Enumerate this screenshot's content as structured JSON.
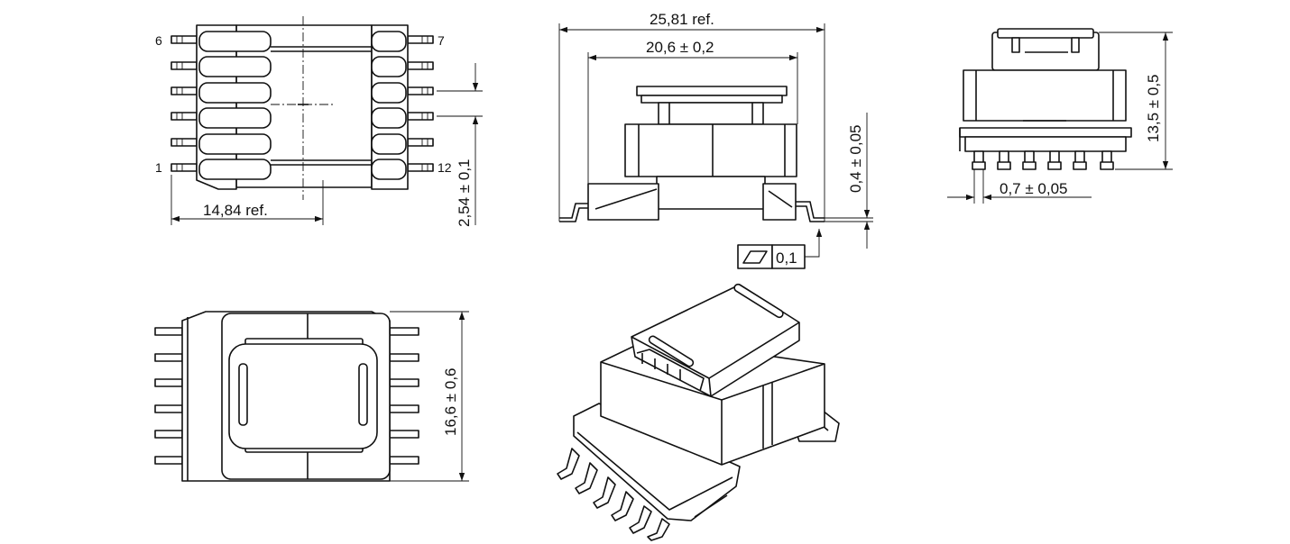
{
  "dimensions": {
    "top_width_ref": "14,84  ref.",
    "pitch": "2,54 ± 0,1",
    "overall_length_ref": "25,81  ref.",
    "body_length": "20,6 ± 0,2",
    "lead_thickness": "0,4 ± 0,05",
    "flatness_value": "0,1",
    "height": "13,5 ± 0,5",
    "pin_width": "0,7 ± 0,05",
    "body_width": "16,6 ± 0,6"
  },
  "pins": {
    "top_left": "6",
    "top_right": "7",
    "bottom_left": "1",
    "bottom_right": "12"
  },
  "icons": {
    "flatness_symbol": "flatness-tolerance-icon"
  }
}
